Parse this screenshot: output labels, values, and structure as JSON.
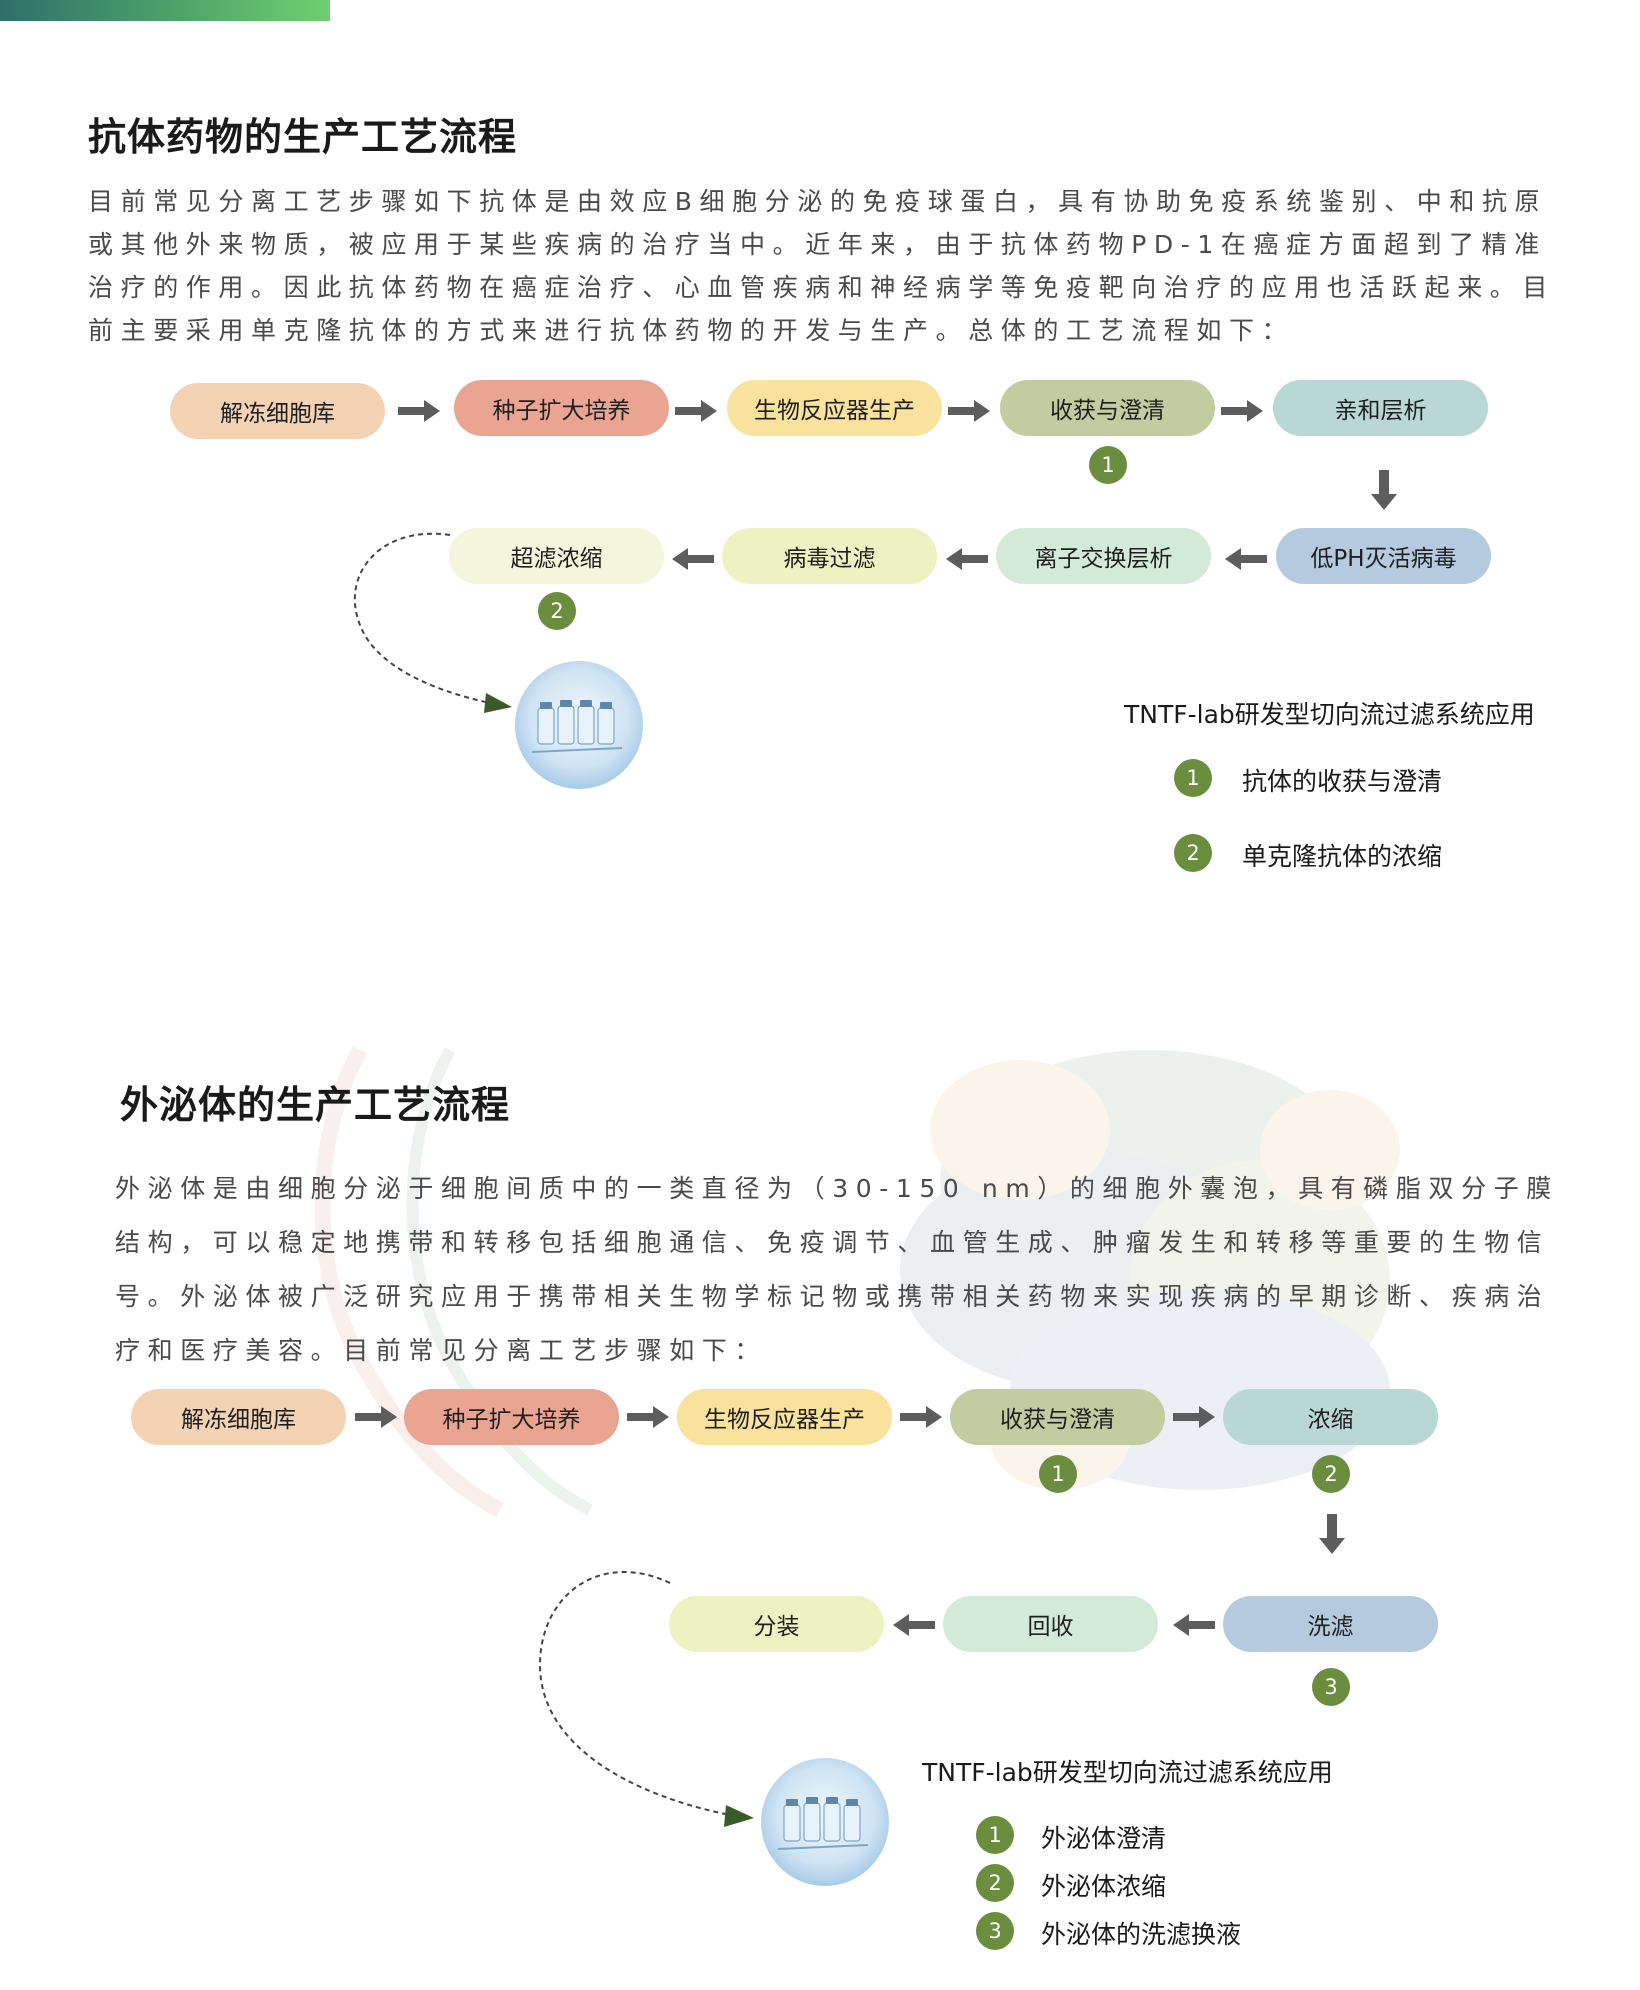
{
  "section1": {
    "title": "抗体药物的生产工艺流程",
    "paragraph": "目前常见分离工艺步骤如下抗体是由效应B细胞分泌的免疫球蛋白，具有协助免疫系统鉴别、中和抗原或其他外来物质，被应用于某些疾病的治疗当中。近年来，由于抗体药物PD-1在癌症方面超到了精准治疗的作用。因此抗体药物在癌症治疗、心血管疾病和神经病学等免疫靶向治疗的应用也活跃起来。目前主要采用单克隆抗体的方式来进行抗体药物的开发与生产。总体的工艺流程如下：",
    "steps_row1": [
      "解冻细胞库",
      "种子扩大培养",
      "生物反应器生产",
      "收获与澄清",
      "亲和层析"
    ],
    "steps_row2": [
      "低PH灭活病毒",
      "离子交换层析",
      "病毒过滤",
      "超滤浓缩"
    ],
    "markers": [
      "1",
      "2"
    ],
    "legend": {
      "title": "TNTF-lab研发型切向流过滤系统应用",
      "items": [
        {
          "num": "1",
          "text": "抗体的收获与澄清"
        },
        {
          "num": "2",
          "text": "单克隆抗体的浓缩"
        }
      ]
    },
    "colors": {
      "pill1": "#f4d3b4",
      "pill2": "#e9a592",
      "pill3": "#f8e29c",
      "pill4": "#c3cba0",
      "pill5": "#b9d8d4",
      "pill6": "#b5c9df",
      "pill7": "#d3ead9",
      "pill8": "#eef1c1",
      "pill9": "#f3f5dd"
    }
  },
  "section2": {
    "title": "外泌体的生产工艺流程",
    "paragraph": "外泌体是由细胞分泌于细胞间质中的一类直径为（30-150 nm）的细胞外囊泡，具有磷脂双分子膜结构，可以稳定地携带和转移包括细胞通信、免疫调节、血管生成、肿瘤发生和转移等重要的生物信号。外泌体被广泛研究应用于携带相关生物学标记物或携带相关药物来实现疾病的早期诊断、疾病治疗和医疗美容。目前常见分离工艺步骤如下：",
    "steps_row1": [
      "解冻细胞库",
      "种子扩大培养",
      "生物反应器生产",
      "收获与澄清",
      "浓缩"
    ],
    "steps_row2": [
      "洗滤",
      "回收",
      "分装"
    ],
    "markers": [
      "1",
      "2",
      "3"
    ],
    "legend": {
      "title": "TNTF-lab研发型切向流过滤系统应用",
      "items": [
        {
          "num": "1",
          "text": "外泌体澄清"
        },
        {
          "num": "2",
          "text": "外泌体浓缩"
        },
        {
          "num": "3",
          "text": "外泌体的洗滤换液"
        }
      ]
    },
    "colors": {
      "pill1": "#f4d3b4",
      "pill2": "#e9a592",
      "pill3": "#f8e29c",
      "pill4": "#c3cba0",
      "pill5": "#b9d8d4",
      "pill6": "#b5c9df",
      "pill7": "#d3ead9",
      "pill8": "#eef1c1"
    }
  }
}
